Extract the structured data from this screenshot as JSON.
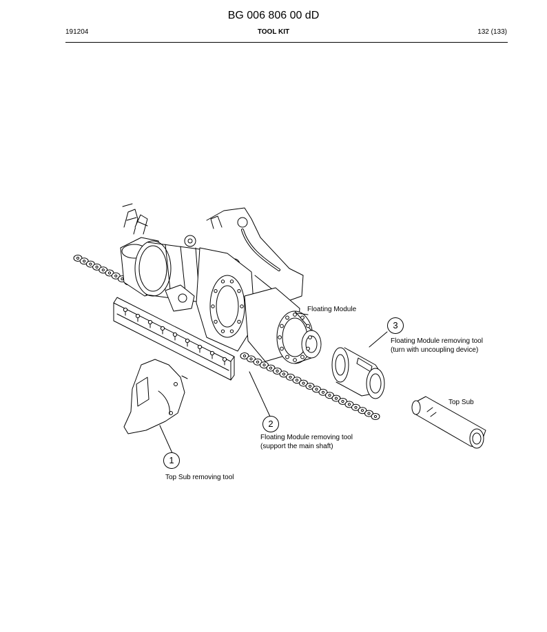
{
  "header": {
    "doc_number": "BG 006 806 00 dD",
    "date_code": "191204",
    "section_title": "TOOL KIT",
    "page_indicator": "132 (133)"
  },
  "figure": {
    "labels": {
      "floating_module": "Floating Module",
      "top_sub": "Top Sub"
    },
    "callouts": [
      {
        "number": "1",
        "line1": "Top Sub removing tool",
        "line2": ""
      },
      {
        "number": "2",
        "line1": "Floating Module removing tool",
        "line2": "(support the main shaft)"
      },
      {
        "number": "3",
        "line1": "Floating Module removing tool",
        "line2": "(turn with uncoupling device)"
      }
    ]
  }
}
